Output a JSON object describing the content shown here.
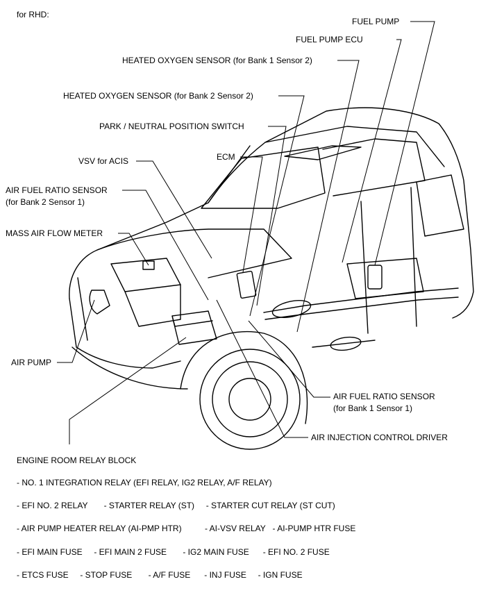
{
  "header": "for RHD:",
  "components": {
    "fuel_pump": "FUEL PUMP",
    "fuel_pump_ecu": "FUEL PUMP ECU",
    "hos_b1s2": "HEATED OXYGEN SENSOR (for Bank 1 Sensor 2)",
    "hos_b2s2": "HEATED OXYGEN SENSOR (for Bank 2 Sensor 2)",
    "pnp_switch": "PARK / NEUTRAL POSITION SWITCH",
    "ecm": "ECM",
    "vsv_acis": "VSV for ACIS",
    "afs_b2s1_line1": "AIR FUEL RATIO SENSOR",
    "afs_b2s1_line2": "(for Bank 2 Sensor 1)",
    "maf_meter": "MASS AIR FLOW METER",
    "air_pump": "AIR PUMP",
    "afs_b1s1_line1": "AIR FUEL RATIO SENSOR",
    "afs_b1s1_line2": "(for Bank 1 Sensor 1)",
    "aicd": "AIR INJECTION CONTROL DRIVER"
  },
  "relay_block": {
    "title": "ENGINE ROOM RELAY BLOCK",
    "rows": [
      "- NO. 1 INTEGRATION RELAY (EFI RELAY, IG2 RELAY, A/F RELAY)",
      "- EFI NO. 2 RELAY       - STARTER RELAY (ST)     - STARTER CUT RELAY (ST CUT)",
      "- AIR PUMP HEATER RELAY (AI-PMP HTR)          - AI-VSV RELAY   - AI-PUMP HTR FUSE",
      "- EFI MAIN FUSE     - EFI MAIN 2 FUSE       - IG2 MAIN FUSE      - EFI NO. 2 FUSE",
      "- ETCS FUSE     - STOP FUSE       - A/F FUSE      - INJ FUSE     - IGN FUSE"
    ]
  }
}
